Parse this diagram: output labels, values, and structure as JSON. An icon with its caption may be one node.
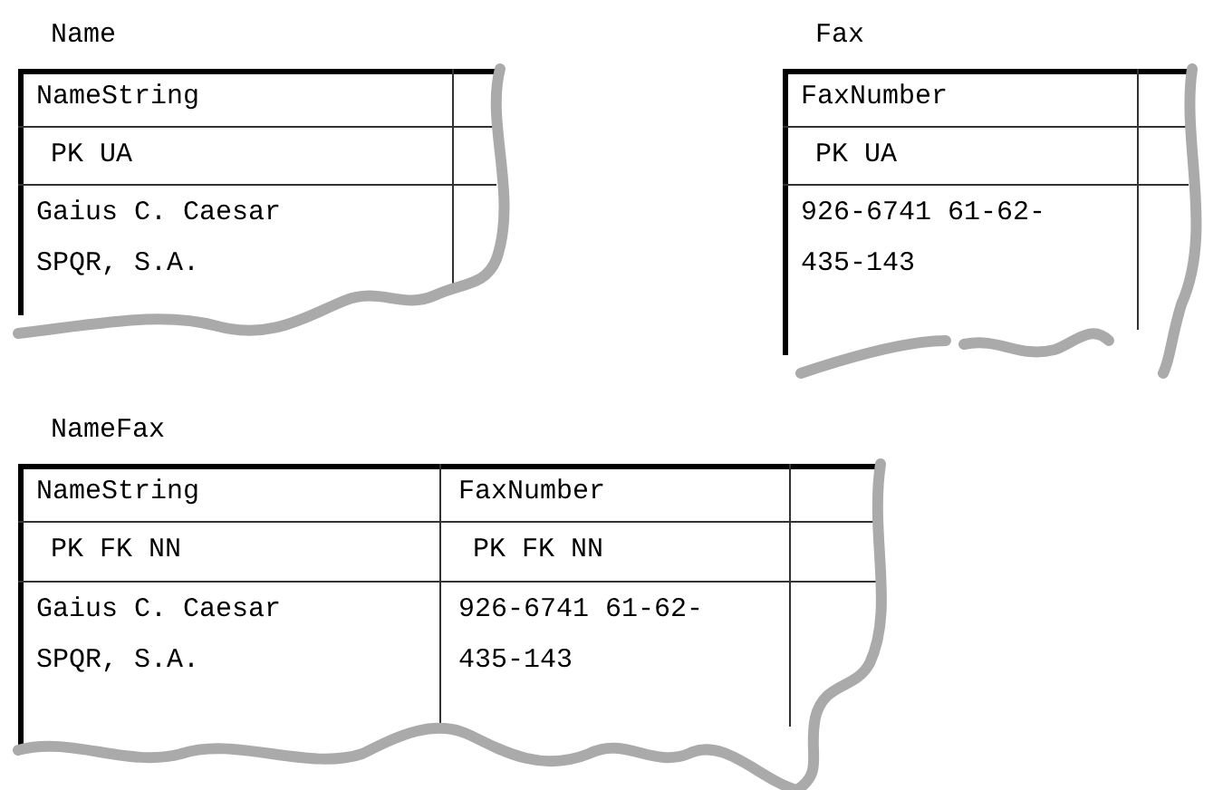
{
  "diagram": {
    "nodes": [
      {
        "text": [
          "Name"
        ]
      },
      {
        "text": [
          "NameString"
        ],
        "in": 0
      },
      {
        "text": [
          "PK UA"
        ],
        "in": 0
      },
      {
        "text": [
          "Gaius C. Caesar SPQR, S.A."
        ],
        "in": 0
      },
      {
        "text": [
          "Fax"
        ]
      },
      {
        "text": [
          "FaxNumber"
        ],
        "in": 4
      },
      {
        "text": [
          "PK UA"
        ],
        "in": 4
      },
      {
        "text": [
          "926-6741 61-62-435-143"
        ],
        "in": 4
      },
      {
        "text": [
          "NameFax"
        ]
      },
      {
        "text": [
          "NameString"
        ],
        "in": 8
      },
      {
        "text": [
          "FaxNumber"
        ],
        "in": 8
      },
      {
        "text": [
          "PK FK NN"
        ],
        "in": 8
      },
      {
        "text": [
          "PK FK NN"
        ],
        "in": 8
      },
      {
        "text": [
          "Gaius C. Caesar SPQR, S.A."
        ],
        "in": 8
      },
      {
        "text": [
          "926-6741 61-62-435-143"
        ],
        "in": 8
      }
    ]
  }
}
